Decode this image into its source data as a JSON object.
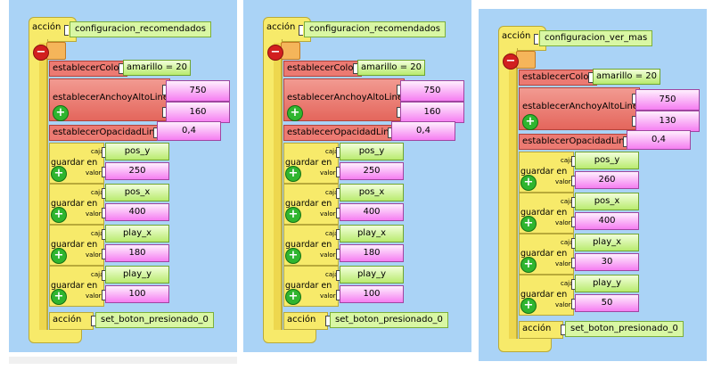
{
  "panels": [
    {
      "hat": {
        "label": "acción",
        "name": "configuracion_recomendados"
      },
      "color": {
        "label": "establecerColor",
        "value": "amarillo = 20"
      },
      "size": {
        "label": "establecerAnchoyAltoLinea",
        "width": "750",
        "height": "160"
      },
      "opacity": {
        "label": "establecerOpacidadLinea",
        "value": "0,4"
      },
      "saves": [
        {
          "label": "guardar en",
          "caja_label": "caja",
          "valor_label": "valor",
          "caja": "pos_y",
          "valor": "250"
        },
        {
          "label": "guardar en",
          "caja_label": "caja",
          "valor_label": "valor",
          "caja": "pos_x",
          "valor": "400"
        },
        {
          "label": "guardar en",
          "caja_label": "caja",
          "valor_label": "valor",
          "caja": "play_x",
          "valor": "180"
        },
        {
          "label": "guardar en",
          "caja_label": "caja",
          "valor_label": "valor",
          "caja": "play_y",
          "valor": "100"
        }
      ],
      "tail": {
        "label": "acción",
        "name": "set_boton_presionado_0"
      }
    },
    {
      "hat": {
        "label": "acción",
        "name": "configuracion_recomendados"
      },
      "color": {
        "label": "establecerColor",
        "value": "amarillo = 20"
      },
      "size": {
        "label": "establecerAnchoyAltoLinea",
        "width": "750",
        "height": "160"
      },
      "opacity": {
        "label": "establecerOpacidadLinea",
        "value": "0,4"
      },
      "saves": [
        {
          "label": "guardar en",
          "caja_label": "caja",
          "valor_label": "valor",
          "caja": "pos_y",
          "valor": "250"
        },
        {
          "label": "guardar en",
          "caja_label": "caja",
          "valor_label": "valor",
          "caja": "pos_x",
          "valor": "400"
        },
        {
          "label": "guardar en",
          "caja_label": "caja",
          "valor_label": "valor",
          "caja": "play_x",
          "valor": "180"
        },
        {
          "label": "guardar en",
          "caja_label": "caja",
          "valor_label": "valor",
          "caja": "play_y",
          "valor": "100"
        }
      ],
      "tail": {
        "label": "acción",
        "name": "set_boton_presionado_0"
      }
    },
    {
      "hat": {
        "label": "acción",
        "name": "configuracion_ver_mas"
      },
      "color": {
        "label": "establecerColor",
        "value": "amarillo = 20"
      },
      "size": {
        "label": "establecerAnchoyAltoLinea",
        "width": "750",
        "height": "130"
      },
      "opacity": {
        "label": "establecerOpacidadLinea",
        "value": "0,4"
      },
      "saves": [
        {
          "label": "guardar en",
          "caja_label": "caja",
          "valor_label": "valor",
          "caja": "pos_y",
          "valor": "260"
        },
        {
          "label": "guardar en",
          "caja_label": "caja",
          "valor_label": "valor",
          "caja": "pos_x",
          "valor": "400"
        },
        {
          "label": "guardar en",
          "caja_label": "caja",
          "valor_label": "valor",
          "caja": "play_x",
          "valor": "30"
        },
        {
          "label": "guardar en",
          "caja_label": "caja",
          "valor_label": "valor",
          "caja": "play_y",
          "valor": "50"
        }
      ],
      "tail": {
        "label": "acción",
        "name": "set_boton_presionado_0"
      }
    }
  ],
  "icons": {
    "collapse": "minus-icon",
    "expand": "plus-icon"
  },
  "colors": {
    "workspace": "#aad3f6",
    "control_block": "#f7ea6a",
    "command_block": "#ec7a72",
    "number_value": "#f57df1",
    "text_value": "#b9eb6f",
    "collapse_button": "#d21f1f",
    "expand_button": "#2fb52f"
  }
}
